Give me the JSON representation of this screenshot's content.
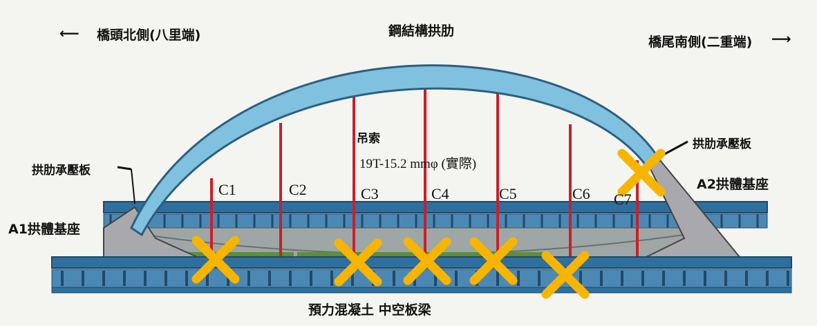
{
  "labels": {
    "north_end": "橋頭北側(八里端)",
    "south_end": "橋尾南側(二重端)",
    "arch_rib": "鋼結構拱肋",
    "arch_bearing_left": "拱肋承壓板",
    "arch_bearing_right": "拱肋承壓板",
    "abutment_a1": "A1拱體基座",
    "abutment_a2": "A2拱體基座",
    "hanger_title": "吊索",
    "hanger_spec": "19T-15.2  mmφ (實際)",
    "girder": "預力混凝土 中空板梁"
  },
  "hangers": [
    "C1",
    "C2",
    "C3",
    "C4",
    "C5",
    "C6",
    "C7"
  ],
  "marked_hangers": [
    "C1",
    "C3",
    "C4",
    "C5",
    "C6",
    "A2-bearing"
  ],
  "colors": {
    "arch": "#7fc1de",
    "arch_stroke": "#2a5f80",
    "hanger": "#c8202a",
    "deck": "#3d7fae",
    "deck_dark": "#1f4a6a",
    "abutment": "#a9a9ad",
    "cross_mark": "#f7b500"
  }
}
